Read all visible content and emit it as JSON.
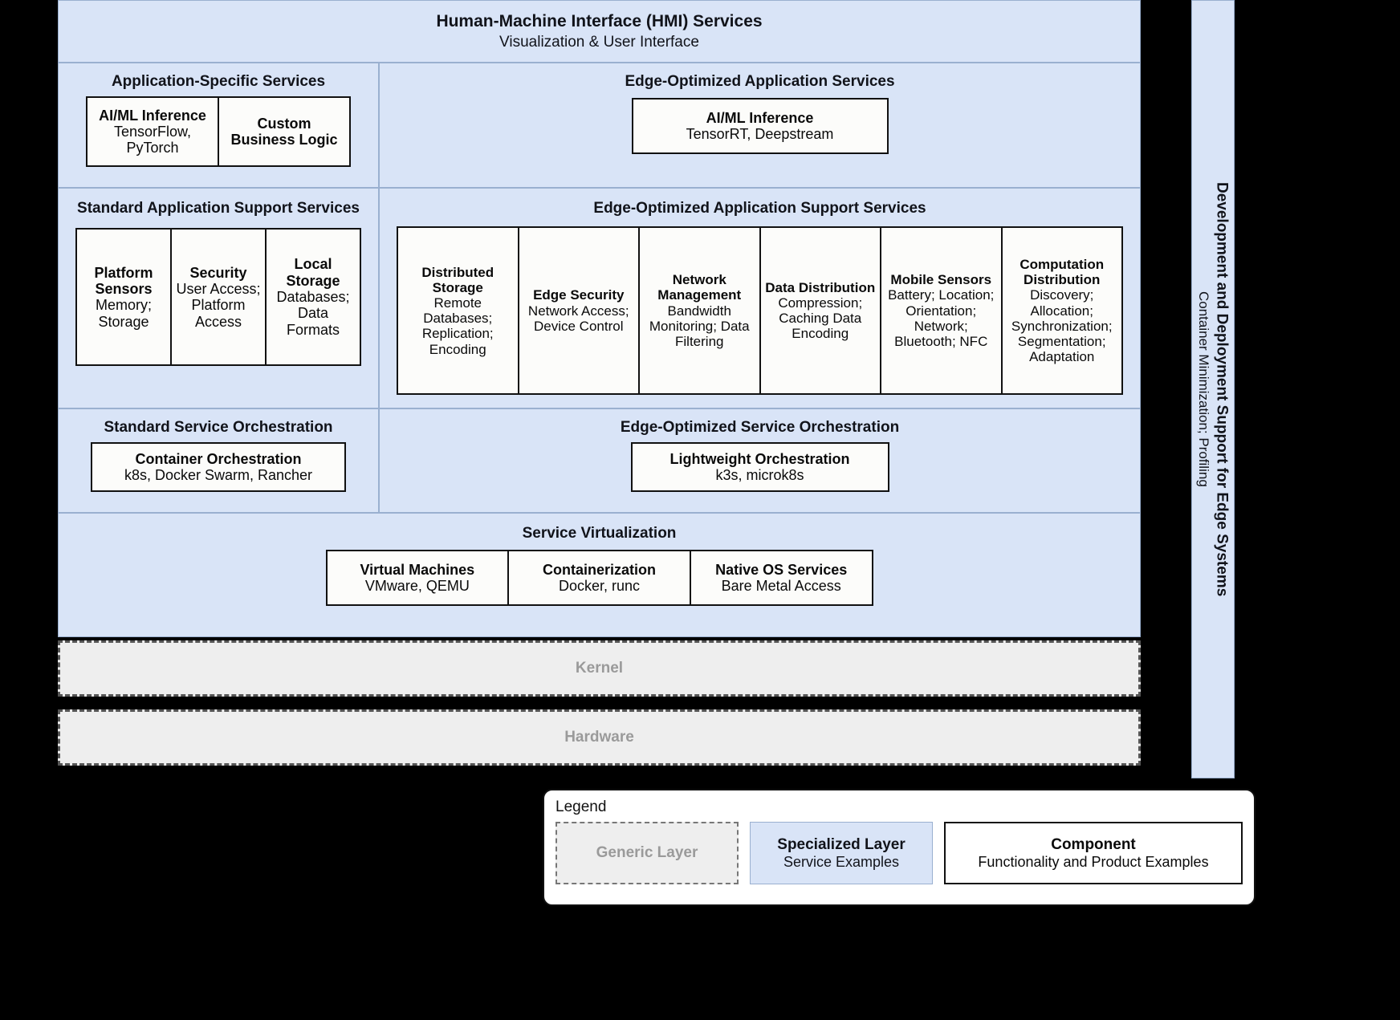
{
  "hmi": {
    "title": "Human-Machine Interface (HMI) Services",
    "subtitle": "Visualization & User Interface"
  },
  "app_specific": {
    "title": "Application-Specific Services",
    "components": [
      {
        "name": "AI/ML Inference",
        "desc": "TensorFlow, PyTorch"
      },
      {
        "name": "Custom Business Logic",
        "desc": ""
      }
    ]
  },
  "edge_app": {
    "title": "Edge-Optimized Application Services",
    "components": [
      {
        "name": "AI/ML Inference",
        "desc": "TensorRT, Deepstream"
      }
    ]
  },
  "std_support": {
    "title": "Standard Application Support Services",
    "components": [
      {
        "name": "Platform Sensors",
        "desc": "Memory; Storage"
      },
      {
        "name": "Security",
        "desc": "User Access; Platform Access"
      },
      {
        "name": "Local Storage",
        "desc": "Databases; Data Formats"
      }
    ]
  },
  "edge_support": {
    "title": "Edge-Optimized Application Support Services",
    "components": [
      {
        "name": "Distributed Storage",
        "desc": "Remote Databases; Replication; Encoding"
      },
      {
        "name": "Edge Security",
        "desc": "Network Access; Device Control"
      },
      {
        "name": "Network Management",
        "desc": "Bandwidth Monitoring; Data Filtering"
      },
      {
        "name": "Data Distribution",
        "desc": "Compression; Caching Data Encoding"
      },
      {
        "name": "Mobile Sensors",
        "desc": "Battery; Location; Orientation; Network; Bluetooth; NFC"
      },
      {
        "name": "Computation Distribution",
        "desc": "Discovery; Allocation; Synchronization; Segmentation; Adaptation"
      }
    ]
  },
  "std_orch": {
    "title": "Standard Service Orchestration",
    "components": [
      {
        "name": "Container Orchestration",
        "desc": "k8s, Docker Swarm, Rancher"
      }
    ]
  },
  "edge_orch": {
    "title": "Edge-Optimized Service Orchestration",
    "components": [
      {
        "name": "Lightweight Orchestration",
        "desc": "k3s, microk8s"
      }
    ]
  },
  "virtualization": {
    "title": "Service Virtualization",
    "components": [
      {
        "name": "Virtual Machines",
        "desc": "VMware, QEMU"
      },
      {
        "name": "Containerization",
        "desc": "Docker, runc"
      },
      {
        "name": "Native OS Services",
        "desc": "Bare Metal Access"
      }
    ]
  },
  "kernel": {
    "label": "Kernel"
  },
  "hardware": {
    "label": "Hardware"
  },
  "dev_support": {
    "title": "Development and Deployment Support for Edge Systems",
    "subtitle": "Container Minimization; Profiling"
  },
  "legend": {
    "title": "Legend",
    "items": [
      {
        "name": "Generic Layer",
        "desc": ""
      },
      {
        "name": "Specialized Layer",
        "desc": "Service Examples"
      },
      {
        "name": "Component",
        "desc": "Functionality and Product Examples"
      }
    ]
  },
  "colors": {
    "specialized_fill": "#d9e4f7",
    "specialized_border": "#9ab0d0",
    "generic_fill": "#eeeeee",
    "generic_text": "#9a9a9a",
    "component_border": "#111111",
    "background": "#000000"
  }
}
